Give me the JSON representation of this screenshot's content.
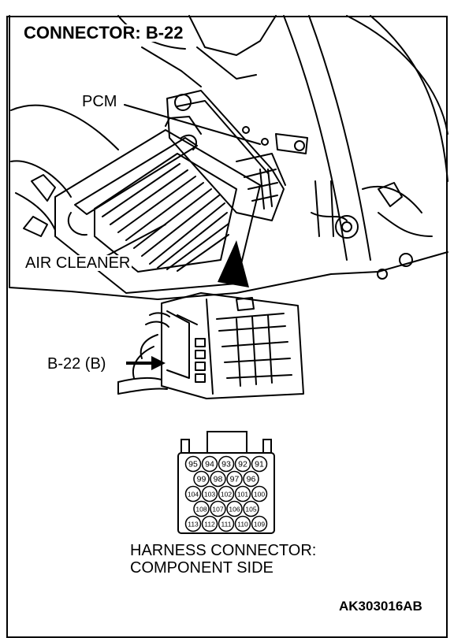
{
  "title": "CONNECTOR: B-22",
  "labels": {
    "pcm": "PCM",
    "air_cleaner": "AIR CLEANER",
    "connector_id": "B-22 (B)",
    "harness_line1": "HARNESS CONNECTOR:",
    "harness_line2": "COMPONENT SIDE",
    "figure_code": "AK303016AB"
  },
  "connector_pins": {
    "row1": [
      "95",
      "94",
      "93",
      "92",
      "91"
    ],
    "row2": [
      "99",
      "98",
      "97",
      "96"
    ],
    "row3": [
      "104",
      "103",
      "102",
      "101",
      "100"
    ],
    "row4": [
      "108",
      "107",
      "106",
      "105"
    ],
    "row5": [
      "113",
      "112",
      "111",
      "110",
      "109"
    ]
  },
  "colors": {
    "ink": "#000000",
    "paper": "#ffffff"
  }
}
